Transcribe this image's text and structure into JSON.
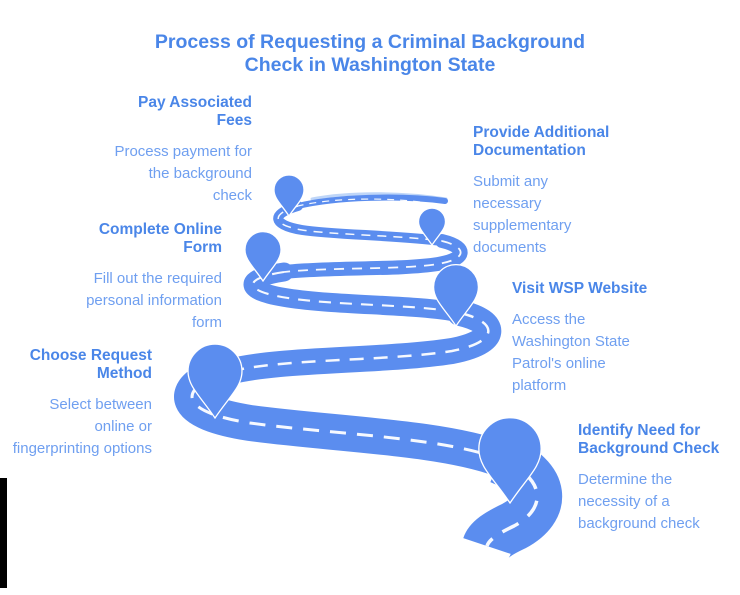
{
  "title": "Process of Requesting a Criminal Background\nCheck in Washington State",
  "colors": {
    "road_blue": "#5b8def",
    "road_tail_light": "#8ab4f3",
    "centerline_white": "#ffffff",
    "heading_blue": "#4a86e8",
    "body_text_blue": "#6f9ff0",
    "background": "#ffffff",
    "edge_bar_black": "#000000"
  },
  "graphic": {
    "description": "winding-road-with-location-pins",
    "pin_icon": "location-pin",
    "pin_count": 6
  },
  "steps": [
    {
      "title": "Identify Need for\nBackground Check",
      "description": "Determine the\nnecessity of a\nbackground check"
    },
    {
      "title": "Choose Request\nMethod",
      "description": "Select between\nonline or\nfingerprinting options"
    },
    {
      "title": "Visit WSP Website",
      "description": "Access the\nWashington State\nPatrol's online\nplatform"
    },
    {
      "title": "Complete Online\nForm",
      "description": "Fill out the required\npersonal information\nform"
    },
    {
      "title": "Provide Additional\nDocumentation",
      "description": "Submit any\nnecessary\nsupplementary\ndocuments"
    },
    {
      "title": "Pay Associated\nFees",
      "description": "Process payment for\nthe background\ncheck"
    }
  ]
}
